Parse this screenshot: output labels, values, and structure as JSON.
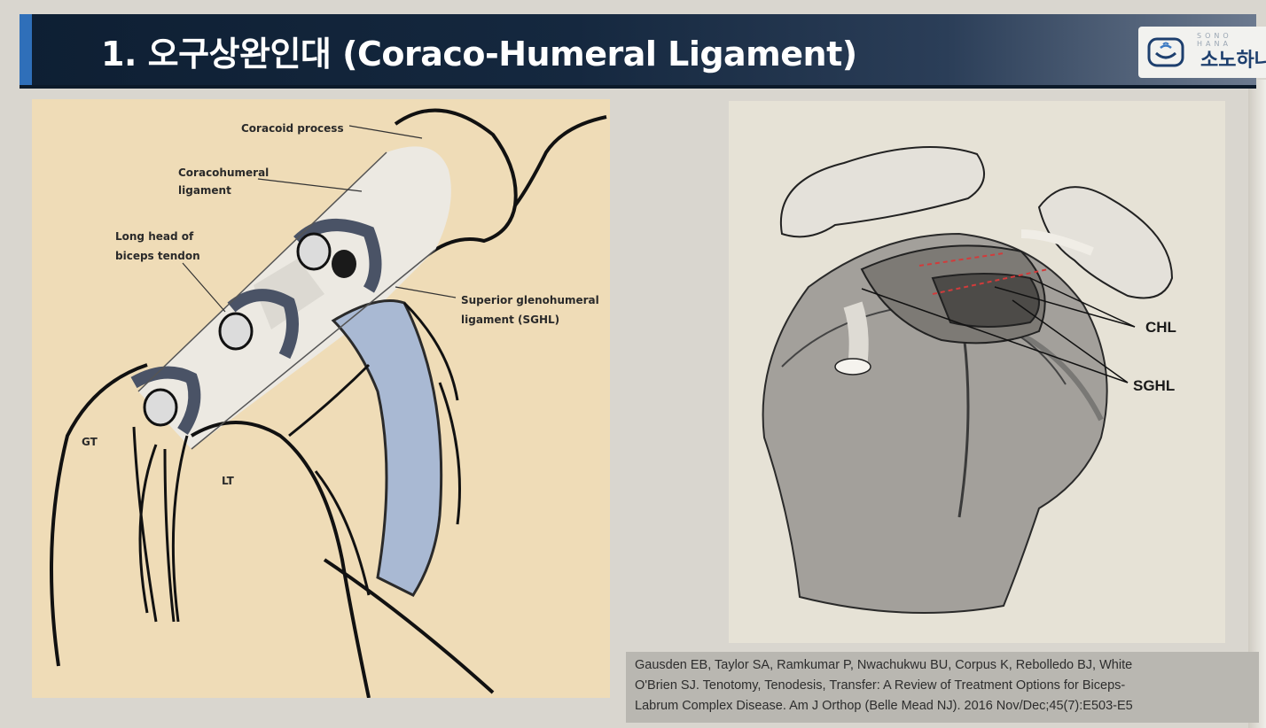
{
  "header": {
    "title": "1. 오구상완인대 (Coraco-Humeral Ligament)",
    "logo_small": "SONO HANA",
    "logo_name": "소노하나"
  },
  "left_figure": {
    "labels": {
      "coracoid_process": "Coracoid process",
      "coracohumeral_1": "Coracohumeral",
      "coracohumeral_2": "ligament",
      "long_head_1": "Long head of",
      "long_head_2": "biceps tendon",
      "sghl_1": "Superior glenohumeral",
      "sghl_2": "ligament (SGHL)",
      "gt": "GT",
      "lt": "LT"
    }
  },
  "right_figure": {
    "labels": {
      "chl": "CHL",
      "sghl": "SGHL"
    }
  },
  "citation": {
    "line1": "Gausden EB, Taylor SA, Ramkumar P, Nwachukwu BU, Corpus K, Rebolledo BJ, White",
    "line2": "O'Brien SJ. Tenotomy, Tenodesis, Transfer: A Review of Treatment Options for Biceps-",
    "line3": "Labrum Complex Disease. Am J Orthop (Belle Mead NJ). 2016 Nov/Dec;45(7):E503-E5"
  },
  "colors": {
    "header_bg": "#15283f",
    "accent": "#2f6fb9",
    "left_panel_bg": "#efdcb7",
    "ligament_blue": "#a9b9d3"
  }
}
